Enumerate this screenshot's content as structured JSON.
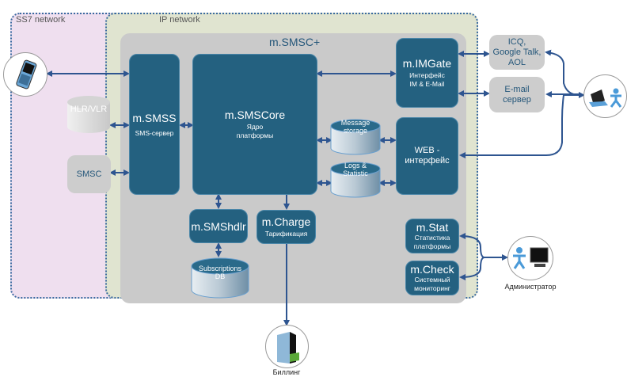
{
  "zones": {
    "ss7": "SS7 network",
    "ip": "IP network"
  },
  "system": {
    "title": "m.SMSC+"
  },
  "modules": {
    "smss": {
      "title": "m.SMSS",
      "subtitle": "SMS-сервер"
    },
    "core": {
      "title": "m.SMSCore",
      "subtitle1": "Ядро",
      "subtitle2": "платформы"
    },
    "imgate": {
      "title": "m.IMGate",
      "subtitle1": "Интерфейс",
      "subtitle2": "IM & E-Mail"
    },
    "web": {
      "title1": "WEB -",
      "title2": "интерфейс"
    },
    "smshdlr": {
      "title": "m.SMShdlr"
    },
    "charge": {
      "title": "m.Charge",
      "subtitle": "Тарификация"
    },
    "stat": {
      "title": "m.Stat",
      "subtitle1": "Статистика",
      "subtitle2": "платформы"
    },
    "check": {
      "title": "m.Check",
      "subtitle1": "Системный",
      "subtitle2": "мониторинг"
    }
  },
  "databases": {
    "hlr": "HLR/VLR",
    "message1": "Message",
    "message2": "storage",
    "logs1": "Logs &",
    "logs2": "Statistic",
    "subs1": "Subscriptions",
    "subs2": "DB"
  },
  "external": {
    "smsc": "SMSC",
    "im1": "ICQ,",
    "im2": "Google Talk,",
    "im3": "AOL",
    "email1": "E-mail",
    "email2": "сервер"
  },
  "actors": {
    "phone": "mobile-phone",
    "user": "laptop-user",
    "admin": "Администратор",
    "billing": "Биллинг"
  },
  "colors": {
    "module": "#246180",
    "arrow": "#2e5590",
    "grey_box": "#cdcdcd",
    "ss7_bg": "#efdfef",
    "ip_bg": "#e0e4d0"
  }
}
